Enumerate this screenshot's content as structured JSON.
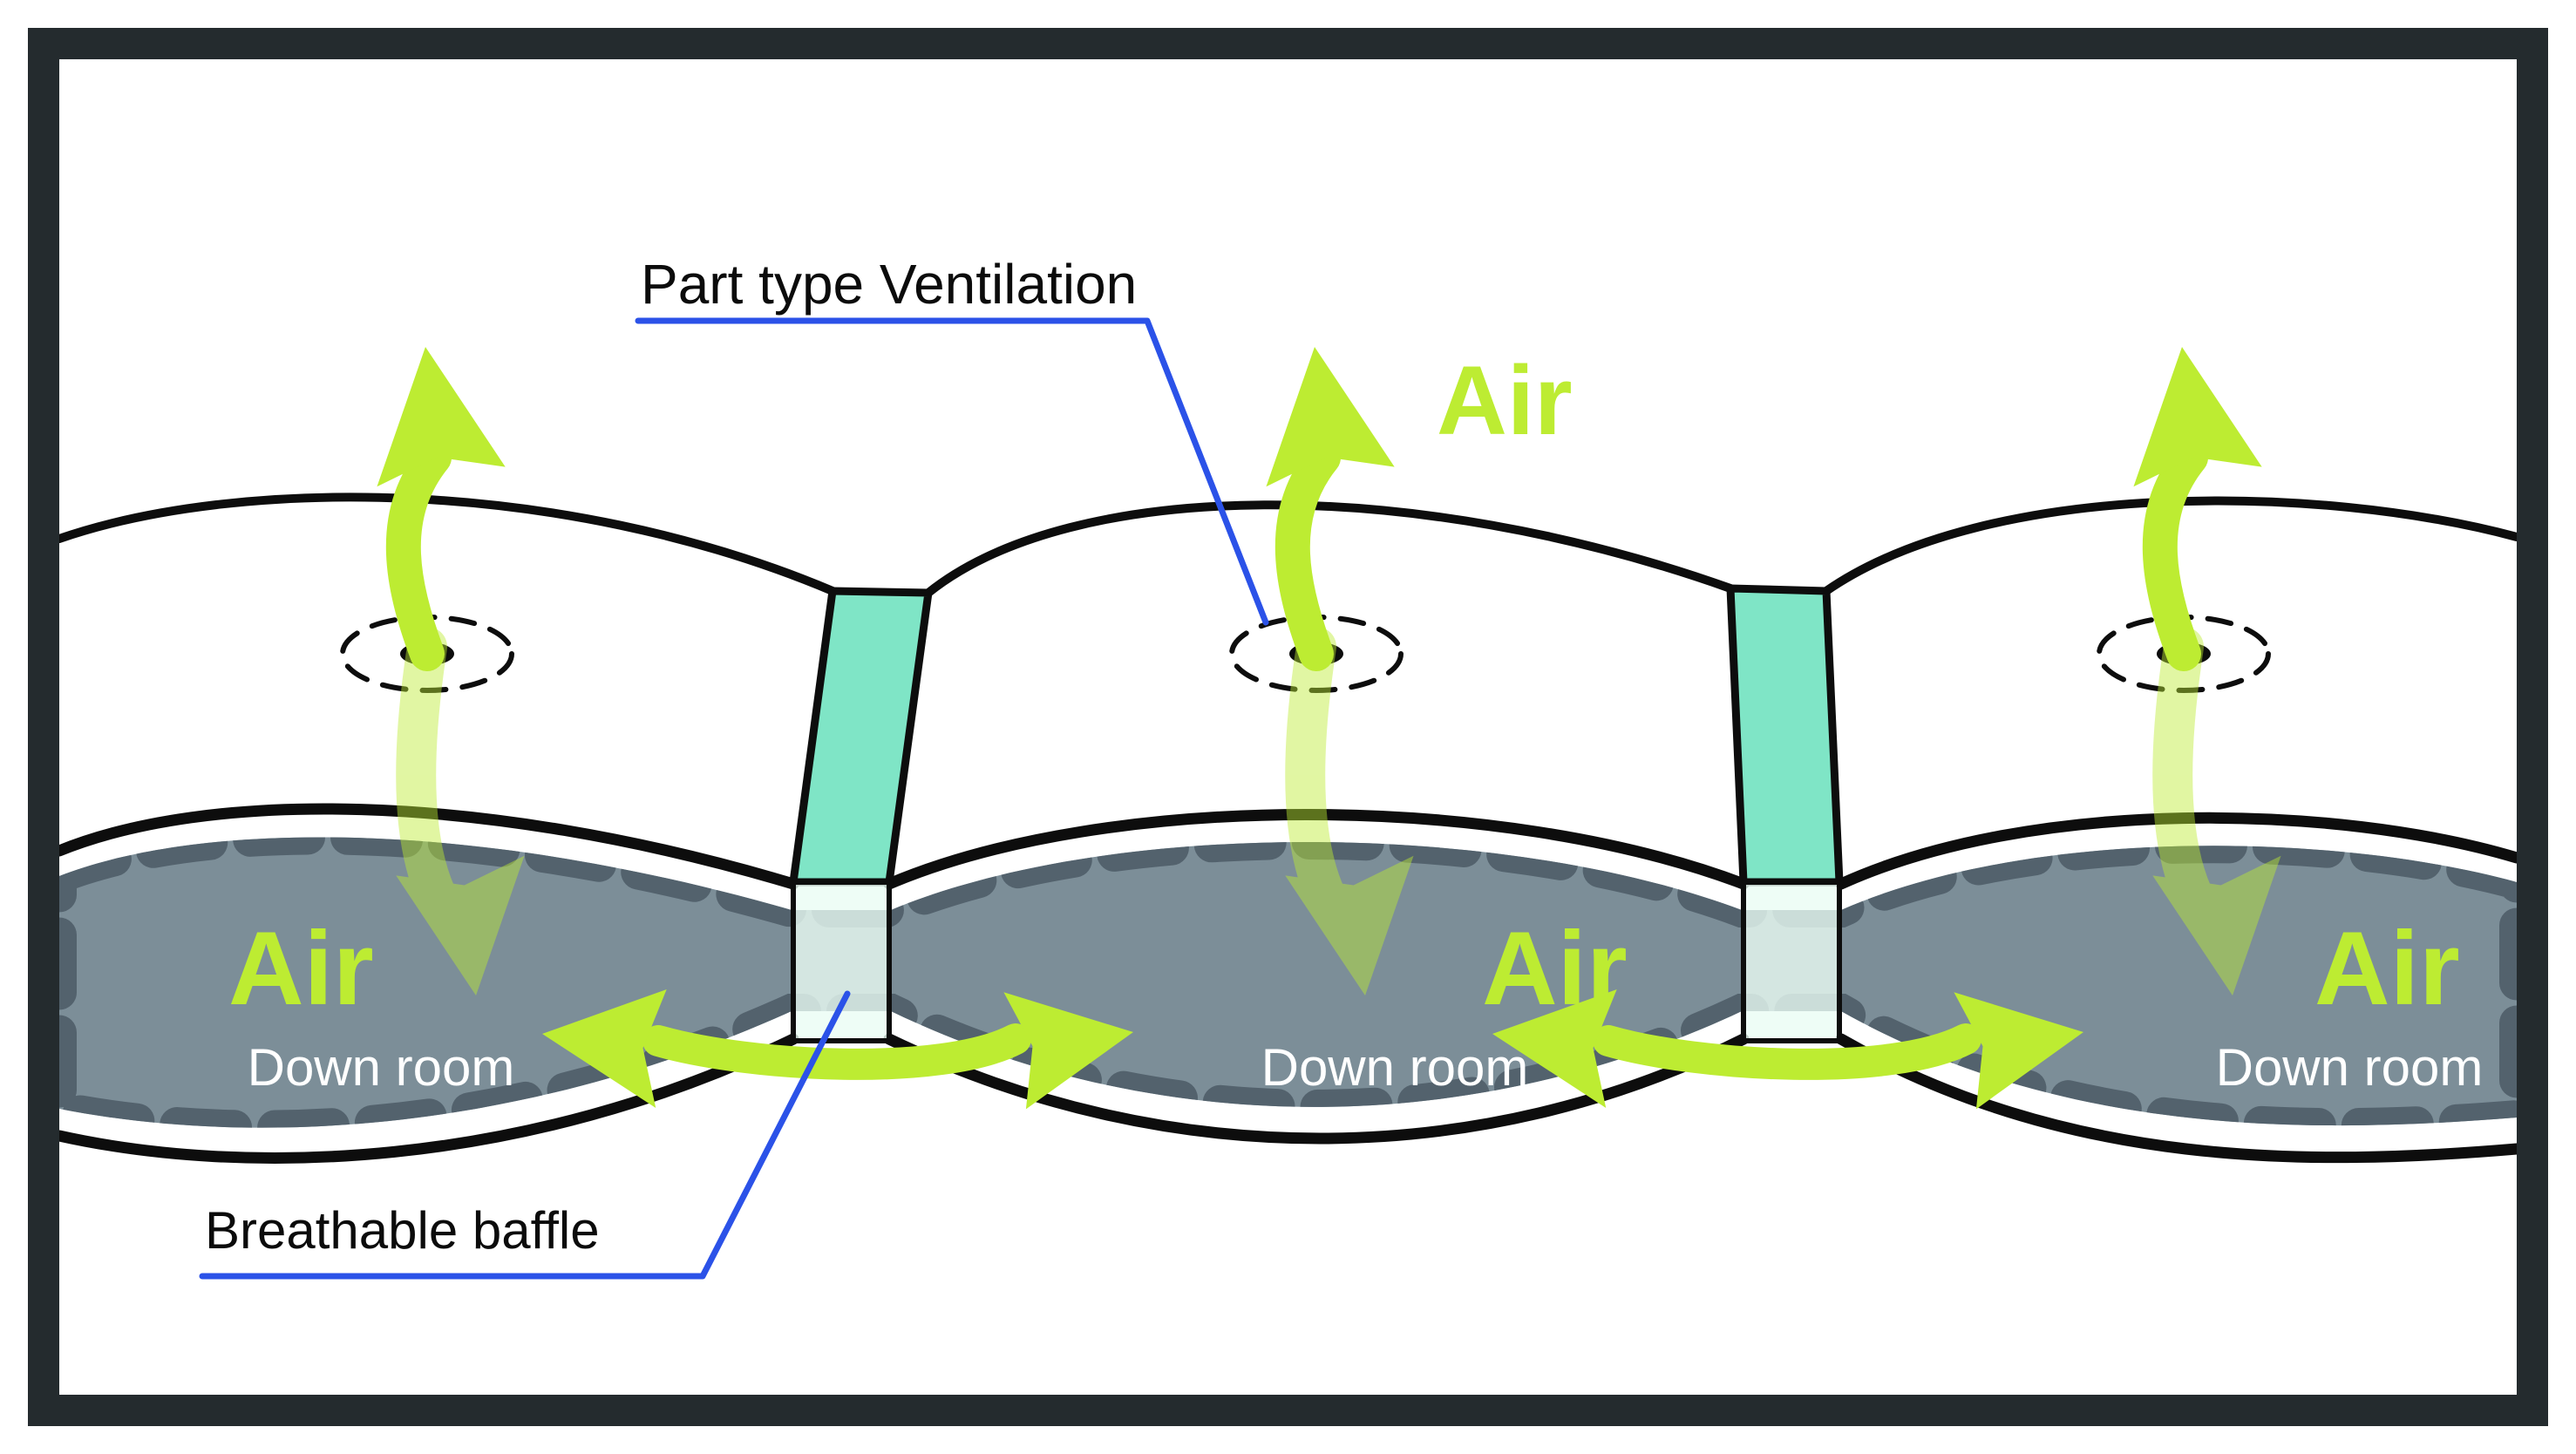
{
  "diagram": {
    "labels": {
      "part_type_ventilation": "Part type Ventilation",
      "breathable_baffle": "Breathable baffle",
      "air_top": "Air",
      "chambers": [
        {
          "air": "Air",
          "down_room": "Down room"
        },
        {
          "air": "Air",
          "down_room": "Down room"
        },
        {
          "air": "Air",
          "down_room": "Down room"
        }
      ]
    },
    "colors": {
      "arrow_green": "#bdec32",
      "baffle_teal": "#7fe5c6",
      "baffle_teal_pale": "#eafcf4",
      "down_fill": "#7c8e98",
      "down_dash": "#53626d",
      "leader_blue": "#2b52e8",
      "frame_dark": "#242b2e",
      "outline_black": "#0d0d0d",
      "room_text_white": "#ffffff",
      "label_text_black": "#0b0b0b",
      "background_white": "#ffffff"
    }
  }
}
